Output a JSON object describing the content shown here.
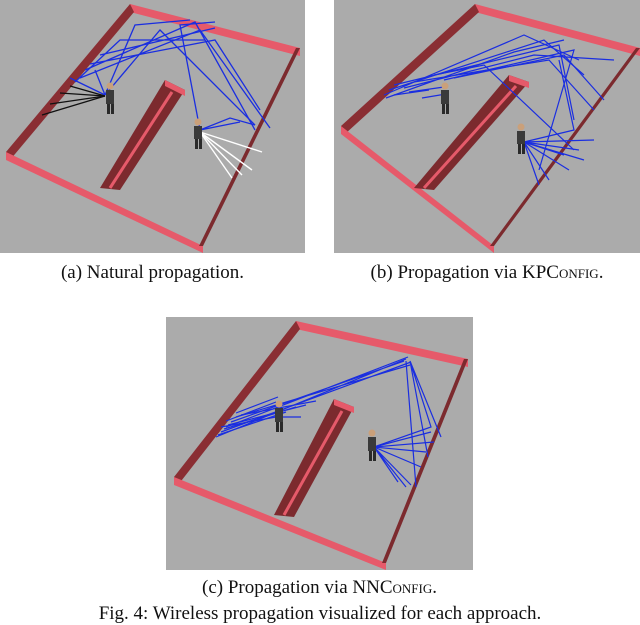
{
  "panels": [
    {
      "id": "a",
      "caption_prefix": "(a) Natural propagation.",
      "caption_sc": "",
      "caption_suffix": ""
    },
    {
      "id": "b",
      "caption_prefix": "(b) Propagation via KP",
      "caption_sc": "Config",
      "caption_suffix": "."
    },
    {
      "id": "c",
      "caption_prefix": "(c) Propagation via NN",
      "caption_sc": "Config",
      "caption_suffix": "."
    }
  ],
  "figure_caption": "Fig. 4:  Wireless propagation visualized for each approach.",
  "colors": {
    "background": "#ababab",
    "wall_top": "#e65a6a",
    "wall_side": "#7c2a2e",
    "ray_blue": "#1a2ee0",
    "ray_black": "#111111",
    "ray_white": "#ffffff",
    "person_dark": "#3a3a3a"
  }
}
